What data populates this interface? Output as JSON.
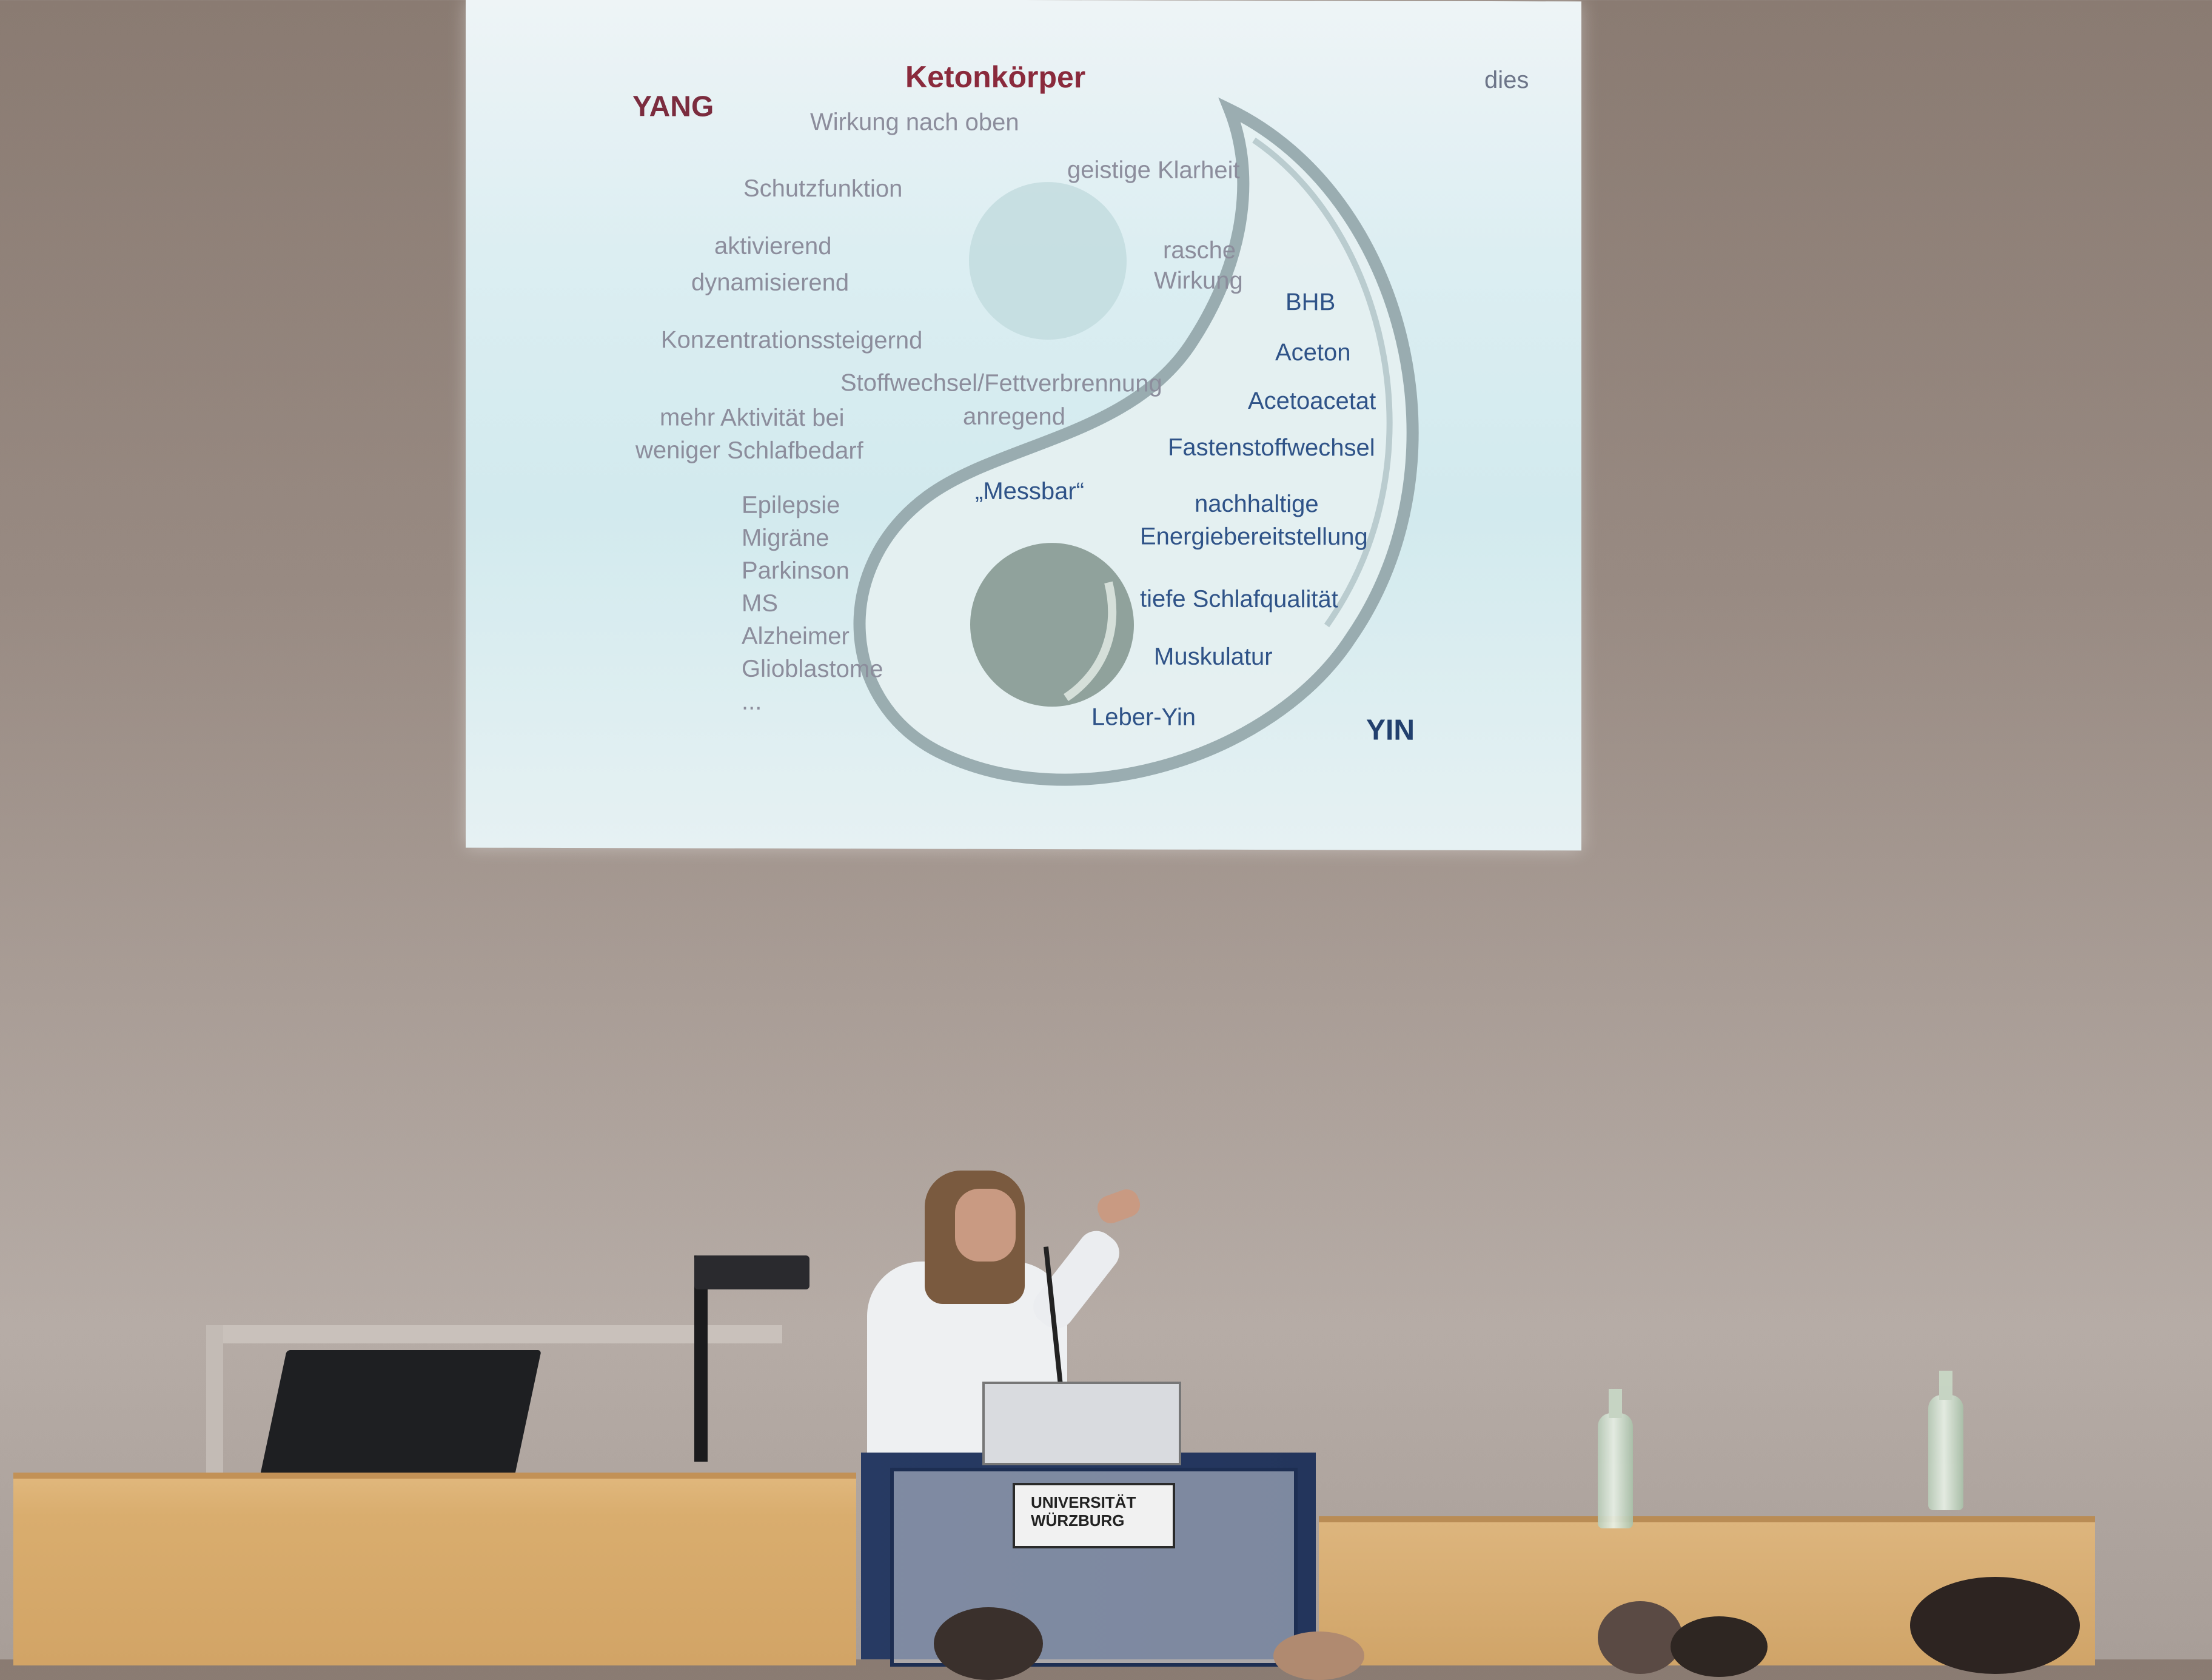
{
  "slide": {
    "title": "Ketonkörper",
    "yang_label": "YANG",
    "yin_label": "YIN",
    "logo_text": "dies",
    "yang_terms": [
      "Wirkung nach oben",
      "geistige Klarheit",
      "Schutzfunktion",
      "aktivierend",
      "dynamisierend",
      "rasche",
      "Wirkung",
      "Konzentrationssteigernd",
      "Stoffwechsel/Fettverbrennung",
      "anregend",
      "mehr Aktivität bei",
      "weniger Schlafbedarf"
    ],
    "diseases": [
      "Epilepsie",
      "Migräne",
      "Parkinson",
      "MS",
      "Alzheimer",
      "Glioblastome",
      "..."
    ],
    "yin_terms": [
      "BHB",
      "Aceton",
      "Acetoacetat",
      "Fastenstoffwechsel",
      "„Messbar“",
      "nachhaltige",
      "Energiebereitstellung",
      "tiefe Schlafqualität",
      "Muskulatur",
      "Leber-Yin"
    ]
  },
  "lectern": {
    "university_line1": "UNIVERSITÄT",
    "university_line2": "WÜRZBURG"
  },
  "colors": {
    "slide_bg": "#dceef2",
    "yang_text": "#7d7f92",
    "yin_text": "#2f5388",
    "title": "#8a2a3c",
    "lectern": "#273a63",
    "desk": "#d9ad6e"
  }
}
